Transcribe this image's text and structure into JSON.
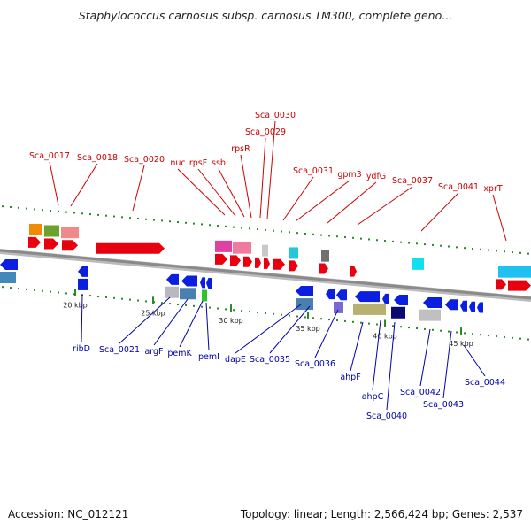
{
  "title": "Staphylococcus carnosus subsp. carnosus TM300, complete geno...",
  "accession": "Accession: NC_012121",
  "summary": "Topology: linear; Length: 2,566,424 bp; Genes: 2,537",
  "colors": {
    "plus_strand": "#e8000f",
    "minus_strand": "#0a1fe0",
    "backbone": "#8a8a8a",
    "tick": "#2a8a2a",
    "upper_label": "#cc0000",
    "lower_label": "#0000aa"
  },
  "top_labels": [
    {
      "text": "Sca_0017"
    },
    {
      "text": "Sca_0018"
    },
    {
      "text": "Sca_0020"
    },
    {
      "text": "nuc"
    },
    {
      "text": "rpsF"
    },
    {
      "text": "ssb"
    },
    {
      "text": "rpsR"
    },
    {
      "text": "Sca_0029"
    },
    {
      "text": "Sca_0030"
    },
    {
      "text": "Sca_0031"
    },
    {
      "text": "gpm3"
    },
    {
      "text": "ydfG"
    },
    {
      "text": "Sca_0037"
    },
    {
      "text": "Sca_0041"
    },
    {
      "text": "xprT"
    }
  ],
  "bottom_labels": [
    {
      "text": "ribD"
    },
    {
      "text": "Sca_0021"
    },
    {
      "text": "argF"
    },
    {
      "text": "pemK"
    },
    {
      "text": "pemI"
    },
    {
      "text": "dapE"
    },
    {
      "text": "Sca_0035"
    },
    {
      "text": "Sca_0036"
    },
    {
      "text": "ahpF"
    },
    {
      "text": "ahpC"
    },
    {
      "text": "Sca_0040"
    },
    {
      "text": "Sca_0042"
    },
    {
      "text": "Sca_0043"
    },
    {
      "text": "Sca_0044"
    }
  ],
  "kbp_labels": [
    "20 kbp",
    "25 kbp",
    "30 kbp",
    "35 kbp",
    "40 kbp",
    "45 kbp"
  ]
}
